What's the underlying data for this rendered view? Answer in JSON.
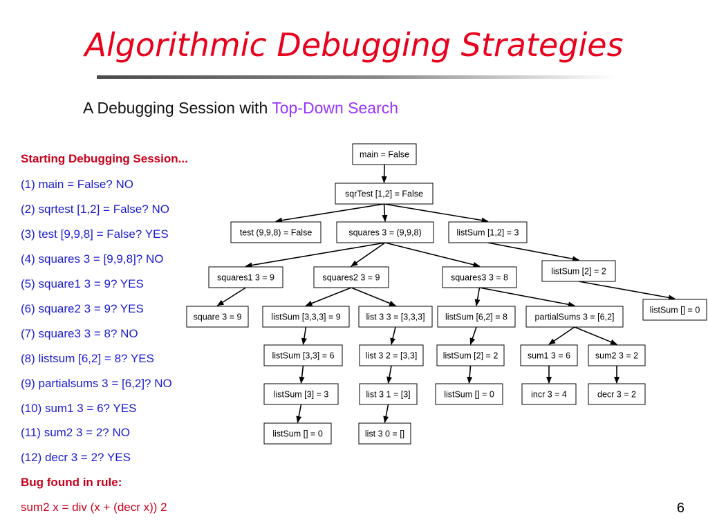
{
  "slide": {
    "title": "Algorithmic Debugging Strategies",
    "subtitle_prefix": "A Debugging Session with ",
    "subtitle_highlight": "Top-Down Search",
    "page_number": "6",
    "colors": {
      "title": "#e8001c",
      "highlight": "#9933ff",
      "question_text": "#1a1ad0",
      "emphasis": "#c8001c"
    }
  },
  "session": {
    "start": "Starting Debugging Session...",
    "questions": [
      "(1)  main = False? NO",
      "(2)  sqrtest [1,2] = False? NO",
      "(3)  test [9,9,8] = False? YES",
      "(4)  squares 3 = [9,9,8]? NO",
      "(5)  square1 3 = 9? YES",
      "(6)  square2 3 = 9? YES",
      "(7)  square3 3 = 8? NO",
      "(8)  listsum [6,2] = 8? YES",
      "(9)  partialsums 3 = [6,2]? NO",
      "(10) sum1 3 = 6? YES",
      "(11) sum2 3 = 2? NO",
      "(12) decr 3 = 2? YES"
    ],
    "bug_label": "Bug found in rule:",
    "bug_rule": "sum2 x = div (x + (decr x)) 2"
  },
  "tree": {
    "nodes": [
      {
        "id": "main",
        "label": "main = False"
      },
      {
        "id": "sqrTest",
        "label": "sqrTest [1,2] = False"
      },
      {
        "id": "test",
        "label": "test (9,9,8) = False"
      },
      {
        "id": "squares",
        "label": "squares 3 = (9,9,8)"
      },
      {
        "id": "listSum12",
        "label": "listSum [1,2] = 3"
      },
      {
        "id": "listSum2a",
        "label": "listSum [2] = 2"
      },
      {
        "id": "listSumEmptyA",
        "label": "listSum [] = 0"
      },
      {
        "id": "squares1",
        "label": "squares1 3 = 9"
      },
      {
        "id": "squares2",
        "label": "squares2 3 = 9"
      },
      {
        "id": "squares3",
        "label": "squares3 3 = 8"
      },
      {
        "id": "square",
        "label": "square 3 = 9"
      },
      {
        "id": "listSum333",
        "label": "listSum [3,3,3] = 9"
      },
      {
        "id": "list33",
        "label": "list 3 3 = [3,3,3]"
      },
      {
        "id": "listSum62",
        "label": "listSum [6,2] = 8"
      },
      {
        "id": "partialSums",
        "label": "partialSums 3 = [6,2]"
      },
      {
        "id": "listSum33",
        "label": "listSum [3,3] = 6"
      },
      {
        "id": "list32",
        "label": "list 3 2 = [3,3]"
      },
      {
        "id": "listSum2b",
        "label": "listSum [2] = 2"
      },
      {
        "id": "sum1",
        "label": "sum1 3 = 6"
      },
      {
        "id": "sum2",
        "label": "sum2 3 = 2"
      },
      {
        "id": "listSum3",
        "label": "listSum [3] = 3"
      },
      {
        "id": "list31",
        "label": "list 3 1 = [3]"
      },
      {
        "id": "listSumEmptyB",
        "label": "listSum [] = 0"
      },
      {
        "id": "incr",
        "label": "incr 3 = 4"
      },
      {
        "id": "decr",
        "label": "decr 3 = 2"
      },
      {
        "id": "listSumEmptyC",
        "label": "listSum [] = 0"
      },
      {
        "id": "list30",
        "label": "list 3 0 = []"
      }
    ],
    "edges": [
      [
        "main",
        "sqrTest"
      ],
      [
        "sqrTest",
        "test"
      ],
      [
        "sqrTest",
        "squares"
      ],
      [
        "sqrTest",
        "listSum12"
      ],
      [
        "listSum12",
        "listSum2a"
      ],
      [
        "listSum2a",
        "listSumEmptyA"
      ],
      [
        "squares",
        "squares1"
      ],
      [
        "squares",
        "squares2"
      ],
      [
        "squares",
        "squares3"
      ],
      [
        "squares1",
        "square"
      ],
      [
        "squares2",
        "listSum333"
      ],
      [
        "squares2",
        "list33"
      ],
      [
        "squares3",
        "listSum62"
      ],
      [
        "squares3",
        "partialSums"
      ],
      [
        "listSum333",
        "listSum33"
      ],
      [
        "listSum33",
        "listSum3"
      ],
      [
        "listSum3",
        "listSumEmptyC"
      ],
      [
        "list33",
        "list32"
      ],
      [
        "list32",
        "list31"
      ],
      [
        "list31",
        "list30"
      ],
      [
        "listSum62",
        "listSum2b"
      ],
      [
        "listSum2b",
        "listSumEmptyB"
      ],
      [
        "partialSums",
        "sum1"
      ],
      [
        "partialSums",
        "sum2"
      ],
      [
        "sum1",
        "incr"
      ],
      [
        "sum2",
        "decr"
      ]
    ]
  }
}
